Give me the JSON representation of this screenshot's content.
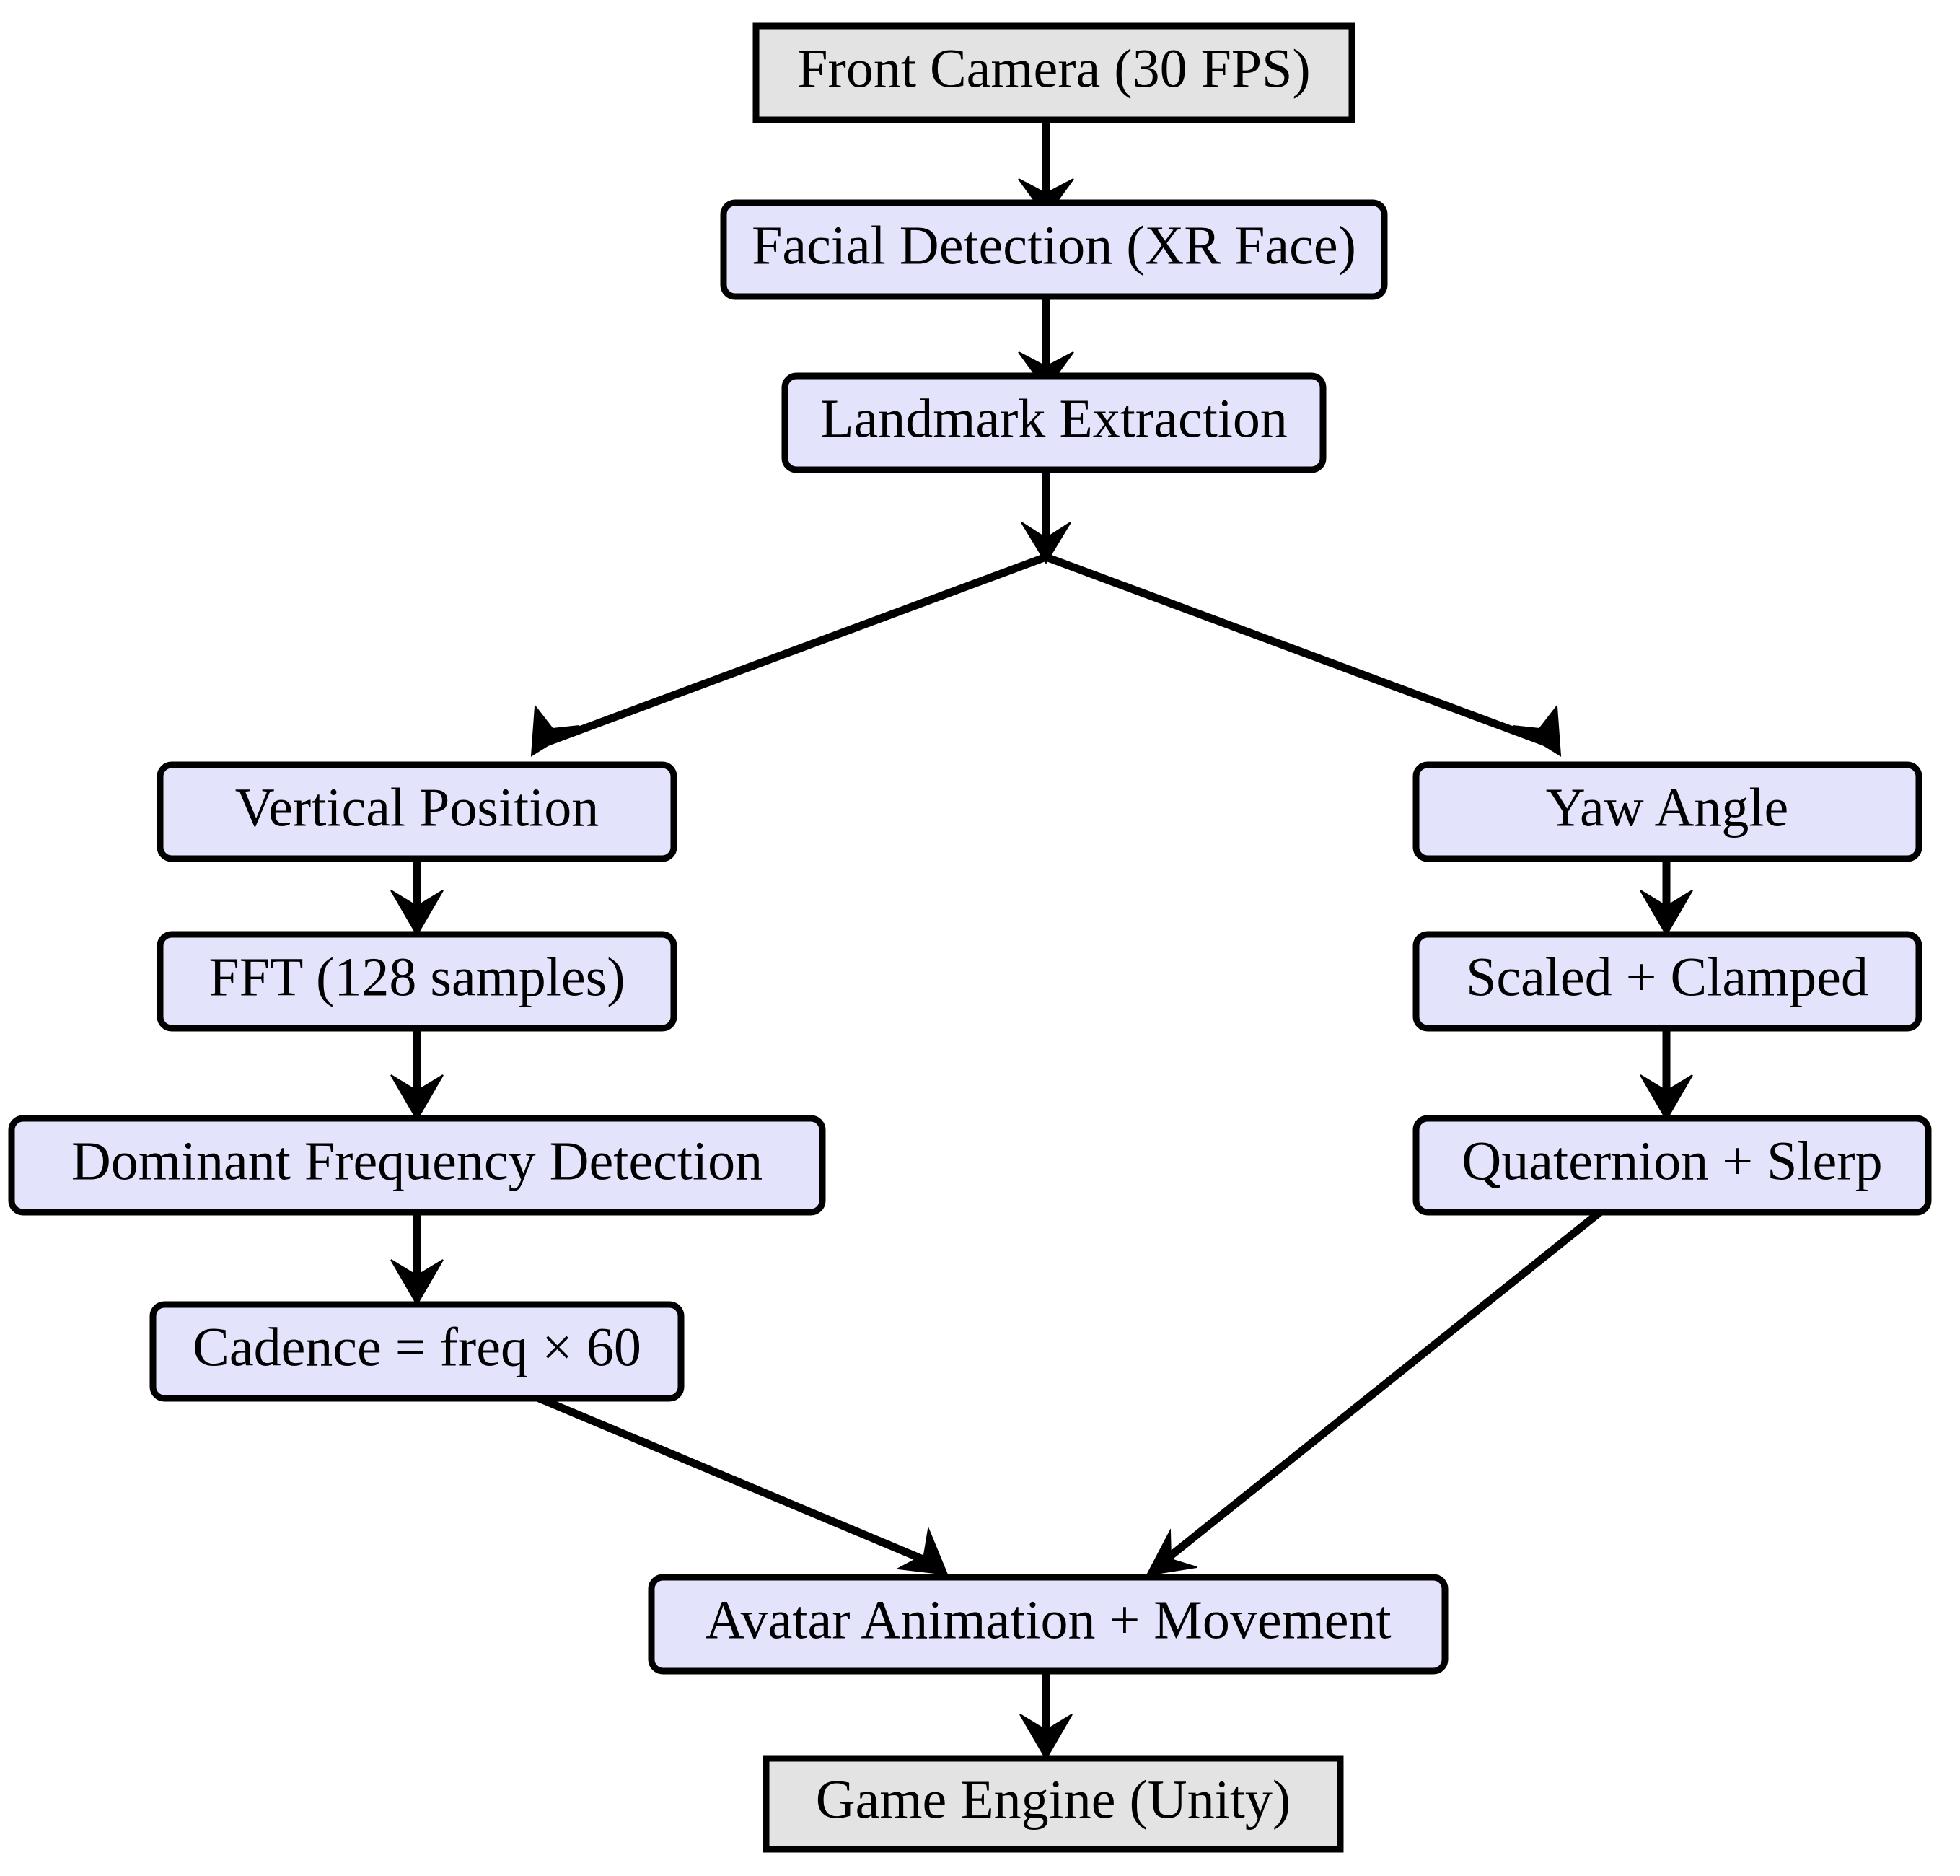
{
  "diagram": {
    "type": "flowchart",
    "orientation": "top-to-bottom",
    "background_color": "#ffffff",
    "styles": {
      "terminal_fill": "#e3e3e3",
      "process_fill": "#e3e3fb",
      "border_color": "#000000",
      "text_color": "#000000"
    },
    "nodes": [
      {
        "id": "front_camera",
        "label": "Front Camera (30 FPS)",
        "shape": "rectangle",
        "fill": "#e3e3e3"
      },
      {
        "id": "facial_detection",
        "label": "Facial Detection (XR Face)",
        "shape": "rounded-rectangle",
        "fill": "#e3e3fb"
      },
      {
        "id": "landmark_extraction",
        "label": "Landmark Extraction",
        "shape": "rounded-rectangle",
        "fill": "#e3e3fb"
      },
      {
        "id": "vertical_position",
        "label": "Vertical Position",
        "shape": "rounded-rectangle",
        "fill": "#e3e3fb"
      },
      {
        "id": "fft",
        "label": "FFT (128 samples)",
        "shape": "rounded-rectangle",
        "fill": "#e3e3fb"
      },
      {
        "id": "dominant_frequency",
        "label": "Dominant Frequency Detection",
        "shape": "rounded-rectangle",
        "fill": "#e3e3fb"
      },
      {
        "id": "cadence",
        "label": "Cadence = freq × 60",
        "shape": "rounded-rectangle",
        "fill": "#e3e3fb"
      },
      {
        "id": "yaw_angle",
        "label": "Yaw Angle",
        "shape": "rounded-rectangle",
        "fill": "#e3e3fb"
      },
      {
        "id": "scaled_clamped",
        "label": "Scaled + Clamped",
        "shape": "rounded-rectangle",
        "fill": "#e3e3fb"
      },
      {
        "id": "quaternion_slerp",
        "label": "Quaternion + Slerp",
        "shape": "rounded-rectangle",
        "fill": "#e3e3fb"
      },
      {
        "id": "avatar_animation",
        "label": "Avatar Animation + Movement",
        "shape": "rounded-rectangle",
        "fill": "#e3e3fb"
      },
      {
        "id": "game_engine",
        "label": "Game Engine (Unity)",
        "shape": "rectangle",
        "fill": "#e3e3e3"
      }
    ],
    "edges": [
      {
        "from": "front_camera",
        "to": "facial_detection",
        "style": "straight-arrow"
      },
      {
        "from": "facial_detection",
        "to": "landmark_extraction",
        "style": "straight-arrow"
      },
      {
        "from": "landmark_extraction",
        "to": "vertical_position",
        "style": "diagonal-arrow"
      },
      {
        "from": "landmark_extraction",
        "to": "yaw_angle",
        "style": "diagonal-arrow"
      },
      {
        "from": "vertical_position",
        "to": "fft",
        "style": "straight-arrow"
      },
      {
        "from": "fft",
        "to": "dominant_frequency",
        "style": "straight-arrow"
      },
      {
        "from": "dominant_frequency",
        "to": "cadence",
        "style": "straight-arrow"
      },
      {
        "from": "yaw_angle",
        "to": "scaled_clamped",
        "style": "straight-arrow"
      },
      {
        "from": "scaled_clamped",
        "to": "quaternion_slerp",
        "style": "straight-arrow"
      },
      {
        "from": "cadence",
        "to": "avatar_animation",
        "style": "diagonal-arrow"
      },
      {
        "from": "quaternion_slerp",
        "to": "avatar_animation",
        "style": "diagonal-arrow"
      },
      {
        "from": "avatar_animation",
        "to": "game_engine",
        "style": "straight-arrow"
      }
    ]
  }
}
